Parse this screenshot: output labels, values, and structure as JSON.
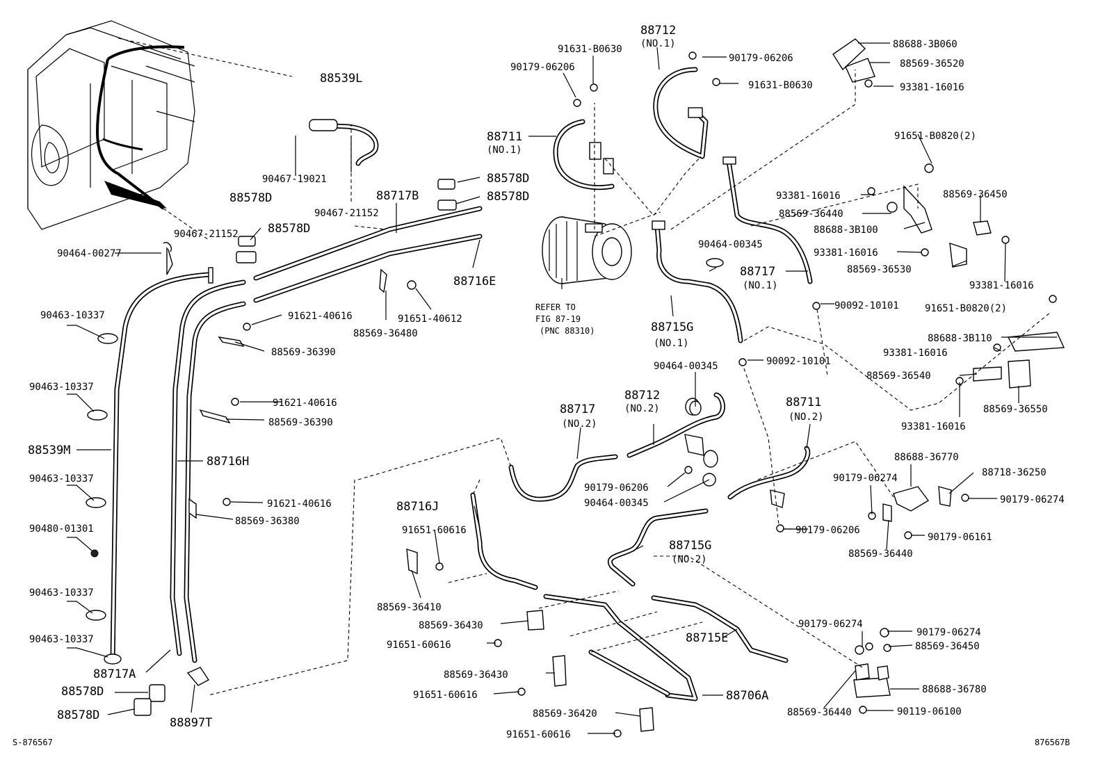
{
  "diagram": {
    "footer_left": "S-876567",
    "footer_right": "876567B",
    "refer_note": [
      "REFER TO",
      "FIG 87-19",
      "(PNC 88310)"
    ],
    "labels": {
      "p88539L": "88539L",
      "p90467_19021": "90467-19021",
      "p90467_21152a": "90467-21152",
      "p90467_21152b": "90467-21152",
      "p88578D_1": "88578D",
      "p88578D_2": "88578D",
      "p88578D_3": "88578D",
      "p88578D_4": "88578D",
      "p88578D_5": "88578D",
      "p88578D_6": "88578D",
      "p88717B": "88717B",
      "p88716E": "88716E",
      "p90464_00277": "90464-00277",
      "p90463_10337_1": "90463-10337",
      "p90463_10337_2": "90463-10337",
      "p90463_10337_3": "90463-10337",
      "p90463_10337_4": "90463-10337",
      "p90463_10337_5": "90463-10337",
      "p90480_01301": "90480-01301",
      "p88539M": "88539M",
      "p88716H": "88716H",
      "p88717A": "88717A",
      "p88897T": "88897T",
      "p91621_40616_1": "91621-40616",
      "p91621_40616_2": "91621-40616",
      "p91621_40616_3": "91621-40616",
      "p88569_36390_1": "88569-36390",
      "p88569_36390_2": "88569-36390",
      "p88569_36380": "88569-36380",
      "p91651_40612": "91651-40612",
      "p88569_36480": "88569-36480",
      "p88711_no1": "88711",
      "p88711_no1_sub": "(NO.1)",
      "p88712_no1": "88712",
      "p88712_no1_sub": "(NO.1)",
      "p91631_B0630_1": "91631-B0630",
      "p91631_B0630_2": "91631-B0630",
      "p90179_06206_1": "90179-06206",
      "p90179_06206_2": "90179-06206",
      "p90179_06206_3": "90179-06206",
      "p90179_06206_4": "90179-06206",
      "p88688_3B060": "88688-3B060",
      "p88569_36520": "88569-36520",
      "p93381_16016_1": "93381-16016",
      "p93381_16016_2": "93381-16016",
      "p93381_16016_3": "93381-16016",
      "p93381_16016_4": "93381-16016",
      "p93381_16016_5": "93381-16016",
      "p93381_16016_6": "93381-16016",
      "p91651_B0820_1": "91651-B0820(2)",
      "p91651_B0820_2": "91651-B0820(2)",
      "p88569_36440_1": "88569-36440",
      "p88569_36440_2": "88569-36440",
      "p88569_36440_3": "88569-36440",
      "p88569_36450_1": "88569-36450",
      "p88569_36450_2": "88569-36450",
      "p88688_3B100": "88688-3B100",
      "p88569_36530": "88569-36530",
      "p88688_3B110": "88688-3B110",
      "p88569_36540": "88569-36540",
      "p88569_36550": "88569-36550",
      "p90464_00345_1": "90464-00345",
      "p90464_00345_2": "90464-00345",
      "p90464_00345_3": "90464-00345",
      "p88717_no1": "88717",
      "p88717_no1_sub": "(NO.1)",
      "p90092_10101_1": "90092-10101",
      "p90092_10101_2": "90092-10101",
      "p88715G_no1": "88715G",
      "p88715G_no1_sub": "(NO.1)",
      "p88712_no2": "88712",
      "p88712_no2_sub": "(NO.2)",
      "p88717_no2": "88717",
      "p88717_no2_sub": "(NO.2)",
      "p88711_no2": "88711",
      "p88711_no2_sub": "(NO.2)",
      "p88716J": "88716J",
      "p91651_60616_1": "91651-60616",
      "p91651_60616_2": "91651-60616",
      "p91651_60616_3": "91651-60616",
      "p91651_60616_4": "91651-60616",
      "p88569_36410": "88569-36410",
      "p88569_36430_1": "88569-36430",
      "p88569_36430_2": "88569-36430",
      "p88569_36420": "88569-36420",
      "p88706A": "88706A",
      "p88715G_no2": "88715G",
      "p88715G_no2_sub": "(NO.2)",
      "p88715E": "88715E",
      "p88688_36770": "88688-36770",
      "p90179_06274_1": "90179-06274",
      "p90179_06274_2": "90179-06274",
      "p90179_06274_3": "90179-06274",
      "p90179_06274_4": "90179-06274",
      "p88718_36250": "88718-36250",
      "p90179_06161": "90179-06161",
      "p88688_36780": "88688-36780",
      "p90119_06100": "90119-06100"
    }
  }
}
